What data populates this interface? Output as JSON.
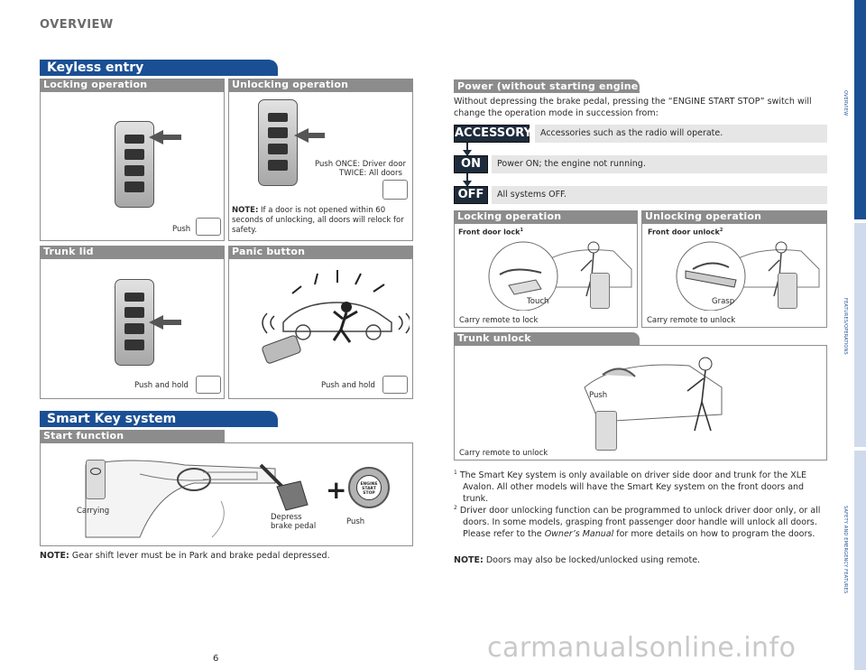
{
  "page": {
    "section_title": "OVERVIEW",
    "page_number": "6"
  },
  "keyless": {
    "title": "Keyless entry",
    "locking": {
      "title": "Locking operation",
      "caption": "Push"
    },
    "unlocking": {
      "title": "Unlocking operation",
      "caption_line1": "Push ONCE: Driver door",
      "caption_line2": "TWICE: All doors",
      "note_label": "NOTE:",
      "note_text": "If a door is not opened within 60 seconds of unlocking, all doors will relock for safety."
    },
    "trunk": {
      "title": "Trunk lid",
      "caption": "Push and hold"
    },
    "panic": {
      "title": "Panic button",
      "caption": "Push and hold"
    }
  },
  "smart_key": {
    "title": "Smart Key system",
    "start": {
      "title": "Start function",
      "carrying": "Carrying",
      "depress_line1": "Depress",
      "depress_line2": "brake pedal",
      "push": "Push",
      "button_label_1": "ENGINE",
      "button_label_2": "START",
      "button_label_3": "STOP"
    },
    "note_label": "NOTE:",
    "note_text": "Gear shift lever must be in Park and brake pedal depressed."
  },
  "power": {
    "title": "Power (without starting engine)",
    "intro": "Without depressing the brake pedal, pressing the “ENGINE START STOP” switch will change the operation mode in succession from:",
    "modes": [
      {
        "label": "ACCESSORY",
        "desc": "Accessories such as the radio will operate."
      },
      {
        "label": "ON",
        "desc": "Power ON; the engine not running."
      },
      {
        "label": "OFF",
        "desc": "All systems OFF."
      }
    ]
  },
  "smart_locking": {
    "title": "Locking operation",
    "subtitle": "Front door lock",
    "sup": "1",
    "touch": "Touch",
    "caption": "Carry remote to lock"
  },
  "smart_unlocking": {
    "title": "Unlocking operation",
    "subtitle": "Front door unlock",
    "sup": "2",
    "grasp": "Grasp",
    "caption": "Carry remote to unlock"
  },
  "trunk_unlock": {
    "title": "Trunk unlock",
    "push": "Push",
    "caption": "Carry remote to unlock"
  },
  "footnotes": [
    {
      "num": "1",
      "text": "The Smart Key system is only available on driver side door and trunk for the XLE Avalon. All other models will have the Smart Key system on the front doors and trunk."
    },
    {
      "num": "2",
      "pre": "Driver door unlocking function can be programmed to unlock driver door only, or all doors. In some models, grasping front passenger door handle will unlock all doors. Please refer to the ",
      "italic": "Owner’s Manual",
      "post": " for more details on how to program the doors."
    }
  ],
  "bottom_note": {
    "label": "NOTE:",
    "text": "Doors may also be locked/unlocked using remote."
  },
  "side_tabs": [
    {
      "label": "OVERVIEW"
    },
    {
      "label": "FEATURES/OPERATIONS"
    },
    {
      "label": "SAFETY AND EMERGENCY FEATURES"
    }
  ],
  "watermark": "carmanualsonline.info",
  "colors": {
    "brand_blue": "#1b4f94",
    "header_grey": "#8c8c8c",
    "mode_dark": "#1e2b3c"
  }
}
